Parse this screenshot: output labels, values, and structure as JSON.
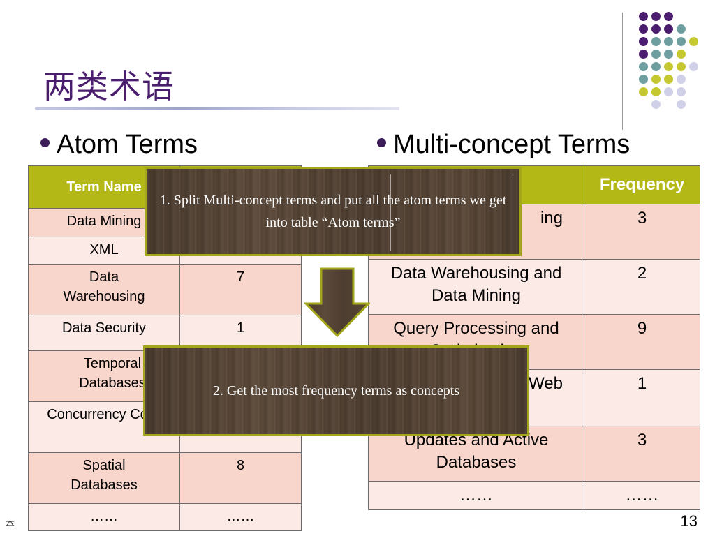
{
  "slide": {
    "title": "两类术语",
    "page_number": "13",
    "footer_fragment": "本",
    "accent_color": "#b4b816",
    "title_color": "#4b1d6e"
  },
  "headings": {
    "atom": "Atom Terms",
    "multi": "Multi-concept Terms"
  },
  "atom_table": {
    "header": [
      "Term Name",
      ""
    ],
    "rows": [
      [
        "Data Mining",
        ""
      ],
      [
        "XML",
        ""
      ],
      [
        "Data Warehousing",
        "7"
      ],
      [
        "Data Security",
        "1"
      ],
      [
        "Temporal Databases",
        ""
      ],
      [
        "Concurrency Control",
        ""
      ],
      [
        "Spatial Databases",
        "8"
      ],
      [
        "……",
        "……"
      ]
    ]
  },
  "multi_table": {
    "header": [
      "",
      "Frequency"
    ],
    "rows": [
      [
        "ing",
        "3"
      ],
      [
        "Data Warehousing and Data Mining",
        "2"
      ],
      [
        "Query Processing and Optimization",
        "9"
      ],
      [
        "Web",
        "1"
      ],
      [
        "Updates and Active Databases",
        "3"
      ],
      [
        "……",
        "……"
      ]
    ]
  },
  "callouts": {
    "step1": "1. Split Multi-concept terms and put all the atom terms we get into table “Atom terms”",
    "step2": "2. Get the most frequency  terms as concepts"
  },
  "decoration": {
    "dot_colors": [
      "#4b1d6e",
      "#6f9ea0",
      "#c6c832",
      "#d0d0e8"
    ]
  }
}
